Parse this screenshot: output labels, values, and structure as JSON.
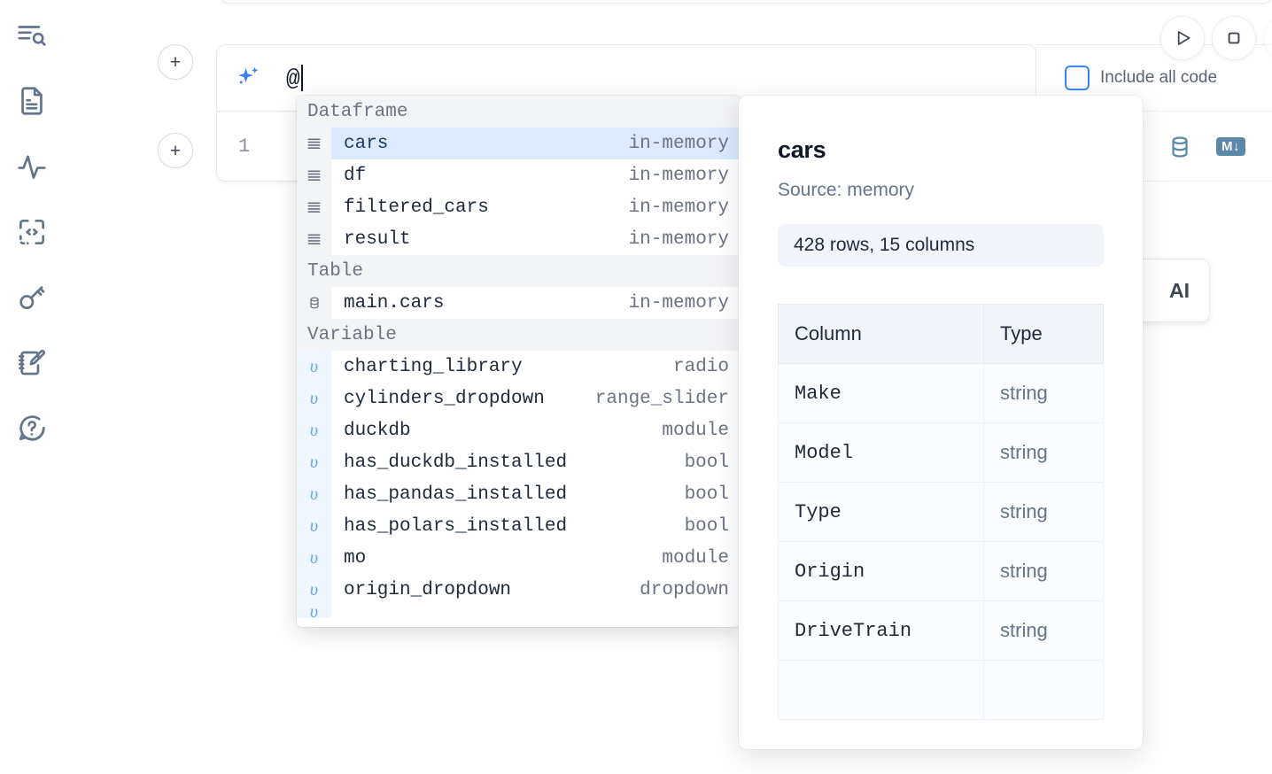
{
  "sidebar": {
    "items": [
      {
        "name": "search-outline-icon",
        "label": "Outline search"
      },
      {
        "name": "document-icon",
        "label": "Notebook file"
      },
      {
        "name": "activity-icon",
        "label": "Activity"
      },
      {
        "name": "code-snippet-icon",
        "label": "Snippets"
      },
      {
        "name": "key-icon",
        "label": "Secrets"
      },
      {
        "name": "scratchpad-icon",
        "label": "Scratchpad"
      },
      {
        "name": "help-icon",
        "label": "Help"
      }
    ]
  },
  "toolbar": {
    "run_label": "Run",
    "stop_label": "Interrupt",
    "include_all_code_label": "Include all code",
    "include_all_code_checked": false,
    "accent_color": "#3b82f6"
  },
  "ai_cell": {
    "icon": "ai-sparkle-icon",
    "prompt_value": "@",
    "add_button_label": "+"
  },
  "code_cell": {
    "line_number": "1",
    "database_icon": "database-icon",
    "markdown_badge": "M↓"
  },
  "floating_button": {
    "label": "AI"
  },
  "autocomplete": {
    "groups": [
      {
        "label": "Dataframe",
        "icon": "dataframe-icon",
        "items": [
          {
            "name": "cars",
            "type": "in-memory",
            "selected": true
          },
          {
            "name": "df",
            "type": "in-memory",
            "selected": false
          },
          {
            "name": "filtered_cars",
            "type": "in-memory",
            "selected": false
          },
          {
            "name": "result",
            "type": "in-memory",
            "selected": false
          }
        ]
      },
      {
        "label": "Table",
        "icon": "table-database-icon",
        "items": [
          {
            "name": "main.cars",
            "type": "in-memory",
            "selected": false
          }
        ]
      },
      {
        "label": "Variable",
        "icon": "variable-icon",
        "items": [
          {
            "name": "charting_library",
            "type": "radio",
            "selected": false
          },
          {
            "name": "cylinders_dropdown",
            "type": "range_slider",
            "selected": false
          },
          {
            "name": "duckdb",
            "type": "module",
            "selected": false
          },
          {
            "name": "has_duckdb_installed",
            "type": "bool",
            "selected": false
          },
          {
            "name": "has_pandas_installed",
            "type": "bool",
            "selected": false
          },
          {
            "name": "has_polars_installed",
            "type": "bool",
            "selected": false
          },
          {
            "name": "mo",
            "type": "module",
            "selected": false
          },
          {
            "name": "origin_dropdown",
            "type": "dropdown",
            "selected": false
          }
        ]
      }
    ],
    "selected_highlight_color": "#dbeafe"
  },
  "preview": {
    "title": "cars",
    "source_label": "Source: memory",
    "stats": "428 rows, 15 columns",
    "table": {
      "headers": [
        "Column",
        "Type"
      ],
      "rows": [
        [
          "Make",
          "string"
        ],
        [
          "Model",
          "string"
        ],
        [
          "Type",
          "string"
        ],
        [
          "Origin",
          "string"
        ],
        [
          "DriveTrain",
          "string"
        ]
      ]
    }
  }
}
